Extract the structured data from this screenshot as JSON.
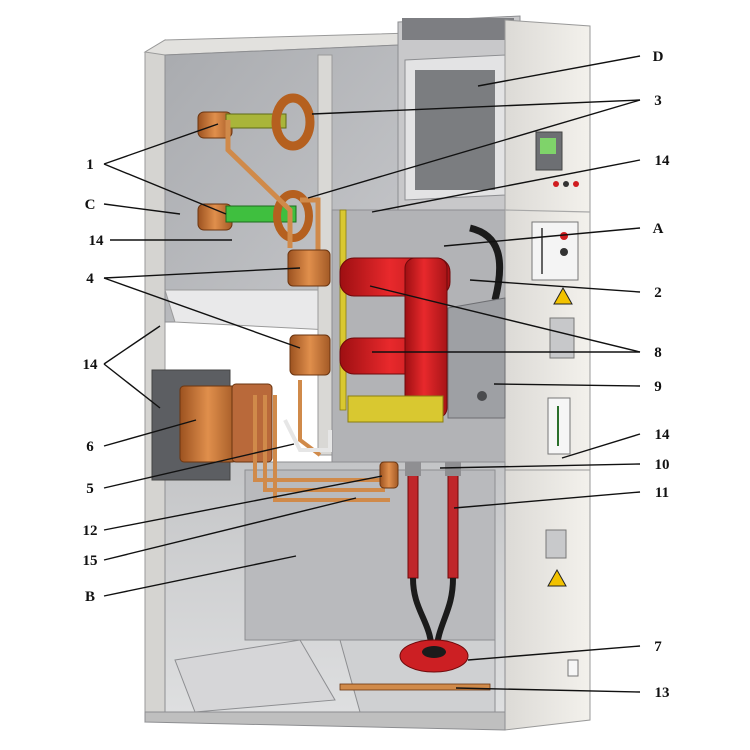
{
  "figure": {
    "subject": "switchgear-cabinet",
    "cabinet_nameplate": "",
    "colors": {
      "panel_light": "#e9e6e0",
      "panel_mid": "#c9c8c6",
      "interior_grey": "#b8b9bc",
      "copper": "#c87533",
      "bus_copper": "#d08a4a",
      "breaker_red": "#d01c1f",
      "insulator_yellow": "#d9c830",
      "display_green": "#7fd36a",
      "warning_yellow": "#f2c200",
      "outline": "#111111"
    },
    "callouts": [
      {
        "id": "1-a",
        "text": "1"
      },
      {
        "id": "c",
        "text": "C"
      },
      {
        "id": "14-a",
        "text": "14"
      },
      {
        "id": "4",
        "text": "4"
      },
      {
        "id": "14-b",
        "text": "14"
      },
      {
        "id": "6",
        "text": "6"
      },
      {
        "id": "5",
        "text": "5"
      },
      {
        "id": "12",
        "text": "12"
      },
      {
        "id": "15",
        "text": "15"
      },
      {
        "id": "b",
        "text": "B"
      },
      {
        "id": "d",
        "text": "D"
      },
      {
        "id": "3",
        "text": "3"
      },
      {
        "id": "14-c",
        "text": "14"
      },
      {
        "id": "a",
        "text": "A"
      },
      {
        "id": "2",
        "text": "2"
      },
      {
        "id": "8",
        "text": "8"
      },
      {
        "id": "9",
        "text": "9"
      },
      {
        "id": "14-d",
        "text": "14"
      },
      {
        "id": "10",
        "text": "10"
      },
      {
        "id": "11",
        "text": "11"
      },
      {
        "id": "7",
        "text": "7"
      },
      {
        "id": "13",
        "text": "13"
      }
    ]
  }
}
